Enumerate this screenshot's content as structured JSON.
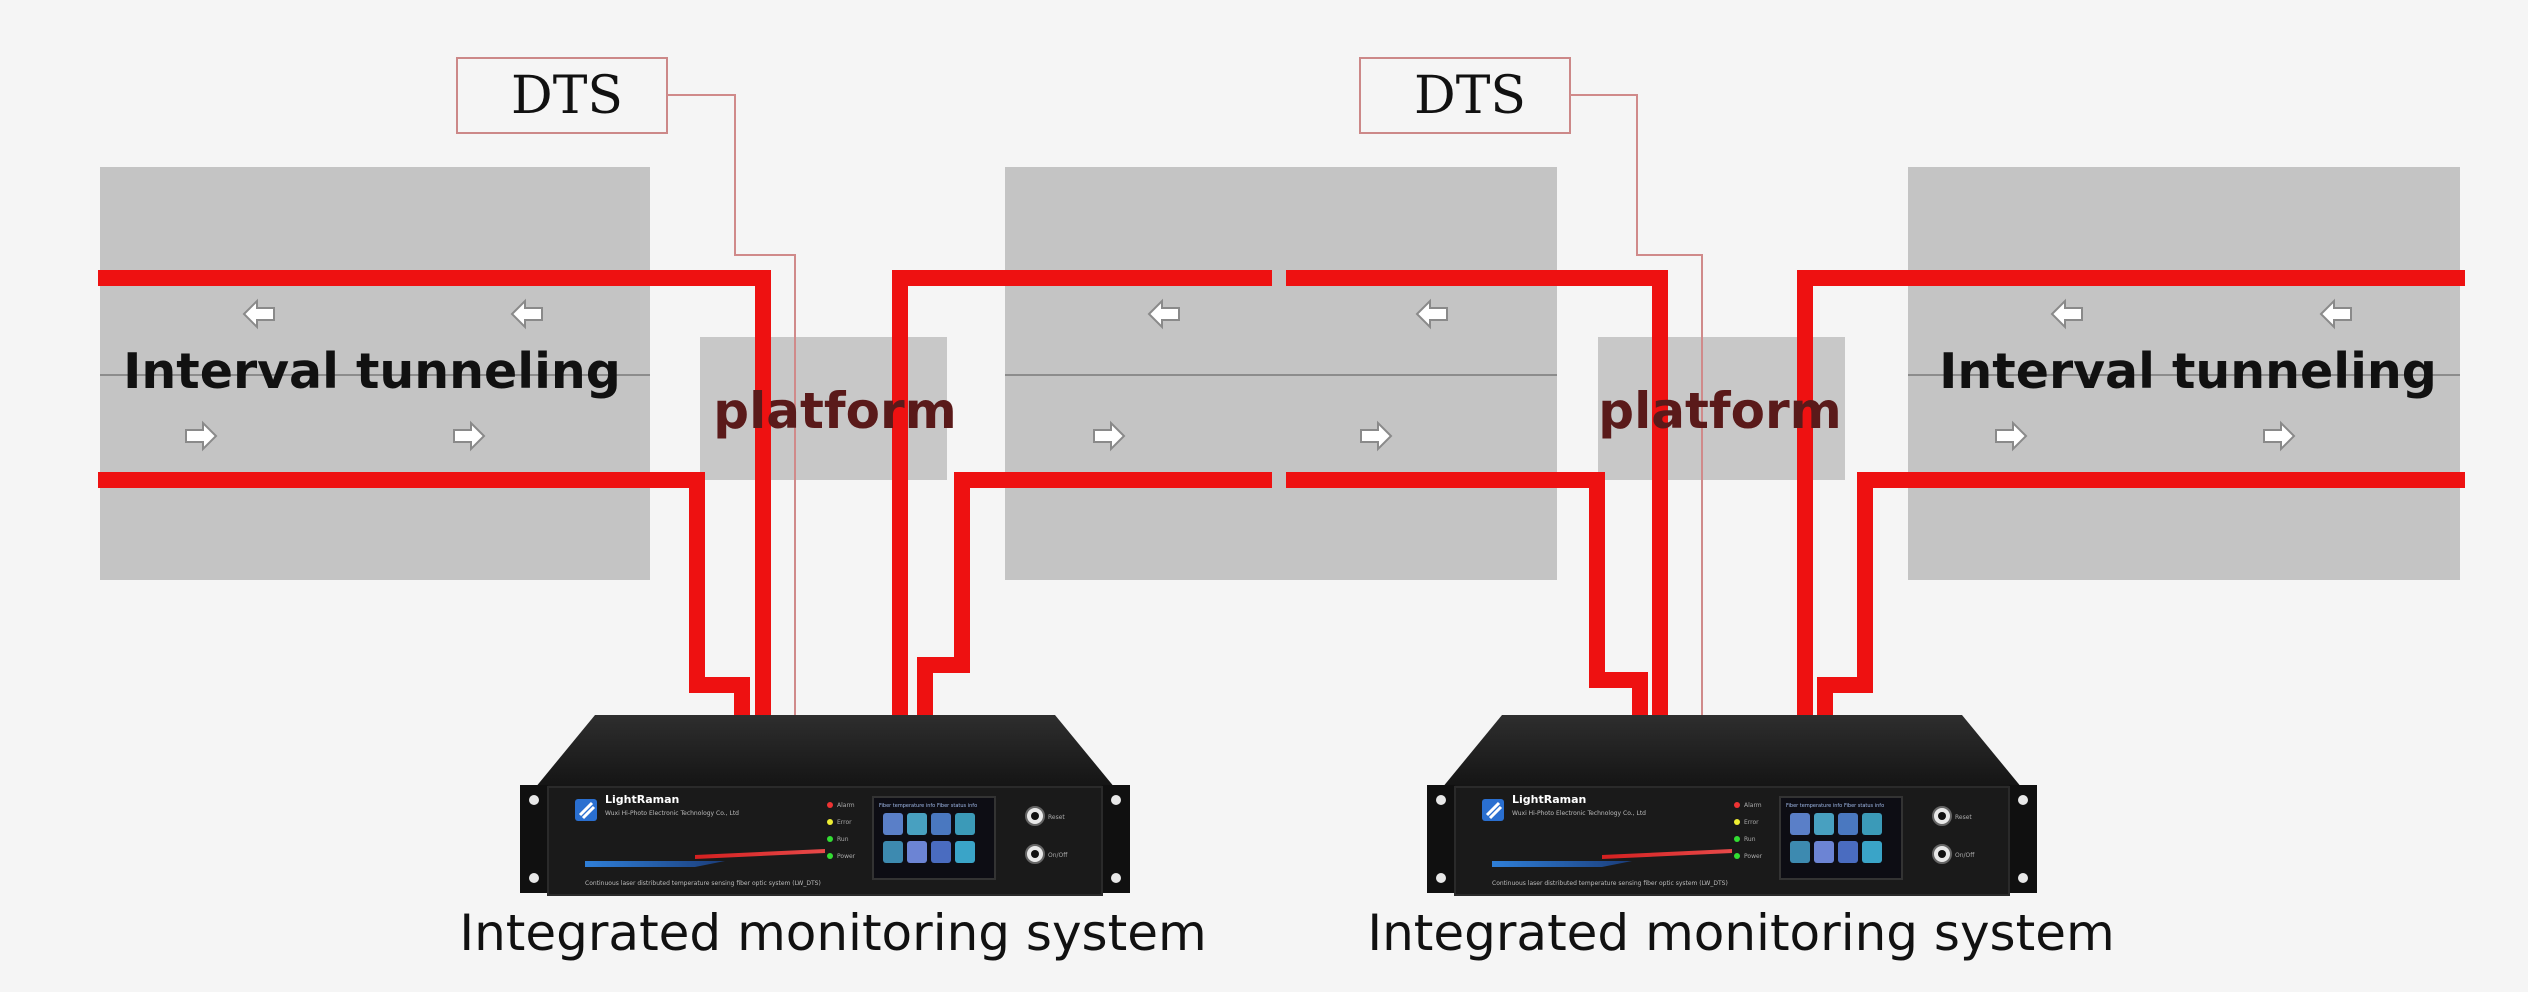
{
  "dts_label": "DTS",
  "interval_tunneling_label": "Interval tunneling",
  "platform_label": "platform",
  "system_label": "Integrated monitoring system",
  "device": {
    "brand": "LightRaman",
    "company": "Wuxi Hi-Photo Electronic Technology Co., Ltd",
    "footer": "Continuous laser distributed temperature sensing fiber optic system (LW_DTS)",
    "leds": [
      "Alarm",
      "Error",
      "Run",
      "Power"
    ],
    "buttons": [
      "Reset",
      "On/Off"
    ],
    "screen_titles": [
      "Fiber temperature info",
      "Fiber status info"
    ]
  },
  "colors": {
    "background": "#f5f5f5",
    "tunnel": "#c4c4c4",
    "platform": "#c8c8c8",
    "fiber": "#ee1111",
    "dts_line": "#d08a8a",
    "platform_text": "#5a1a1a",
    "device_body": "#1c1c1c"
  }
}
